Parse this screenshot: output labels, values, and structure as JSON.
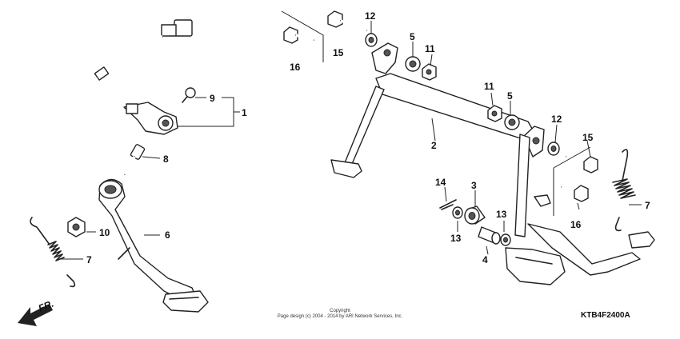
{
  "callouts": {
    "c1": "1",
    "c2": "2",
    "c3": "3",
    "c4": "4",
    "c5a": "5",
    "c5b": "5",
    "c6": "6",
    "c7a": "7",
    "c7b": "7",
    "c8": "8",
    "c9": "9",
    "c10": "10",
    "c11a": "11",
    "c11b": "11",
    "c12a": "12",
    "c12b": "12",
    "c13a": "13",
    "c13b": "13",
    "c14": "14",
    "c15a": "15",
    "c15b": "15",
    "c16a": "16",
    "c16b": "16"
  },
  "direction": {
    "label": "FR."
  },
  "copyright": {
    "line1": "Copyright",
    "line2": "Page design (c) 2004 - 2014 by ARI Network Services, Inc."
  },
  "diagram_code": "KTB4F2400A",
  "colors": {
    "ink": "#222222",
    "background": "#ffffff"
  }
}
